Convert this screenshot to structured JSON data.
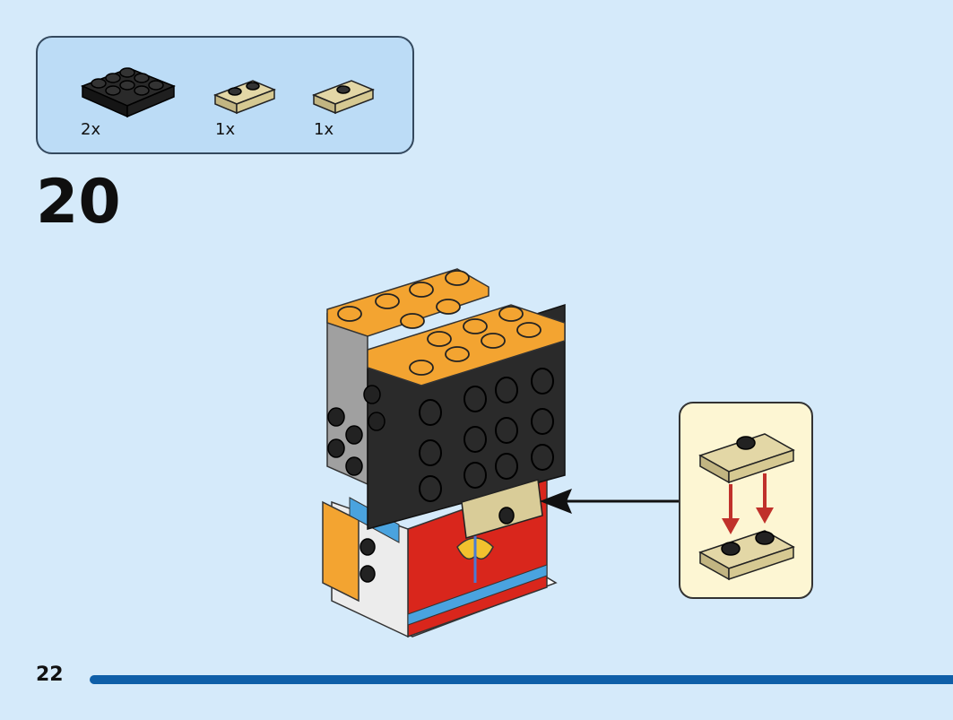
{
  "parts": [
    {
      "name": "black-plate-2x4",
      "qty": "2x",
      "color": "#1f1f1f"
    },
    {
      "name": "tan-plate-1x2",
      "qty": "1x",
      "color": "#d9cc98"
    },
    {
      "name": "tan-jumper-plate-1x2",
      "qty": "1x",
      "color": "#d9cc98"
    }
  ],
  "step": {
    "number": "20"
  },
  "page": {
    "number": "22",
    "progress_fraction": 1.0
  },
  "colors": {
    "background": "#d5eafa",
    "parts_box": "#bcdcf6",
    "callout": "#fdf6d3",
    "progress": "#0f5fa8",
    "orange": "#f3a431",
    "red": "#d9261c",
    "tan": "#d9cc98",
    "black": "#1f1f1f",
    "gray": "#a0a0a0"
  }
}
